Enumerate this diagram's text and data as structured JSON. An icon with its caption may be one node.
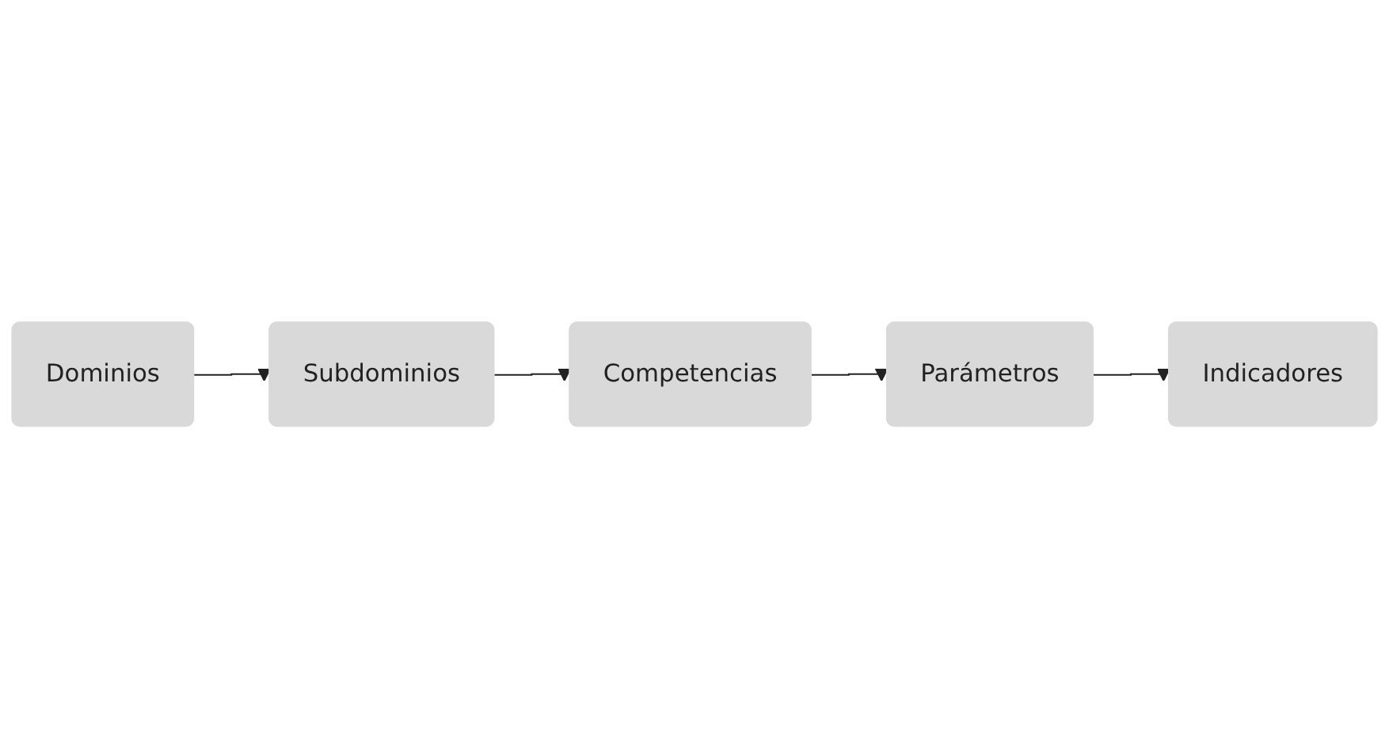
{
  "diagram": {
    "nodes": [
      {
        "text": [
          "Dominios"
        ]
      },
      {
        "text": [
          "Subdominios"
        ]
      },
      {
        "text": [
          "Competencias"
        ]
      },
      {
        "text": [
          "Parámetros"
        ]
      },
      {
        "text": [
          "Indicadores"
        ]
      }
    ],
    "edges": [
      {
        "from": 0,
        "to": 1,
        "arrow": "to"
      },
      {
        "from": 1,
        "to": 2,
        "arrow": "to"
      },
      {
        "from": 2,
        "to": 3,
        "arrow": "to"
      },
      {
        "from": 3,
        "to": 4,
        "arrow": "to"
      }
    ]
  }
}
